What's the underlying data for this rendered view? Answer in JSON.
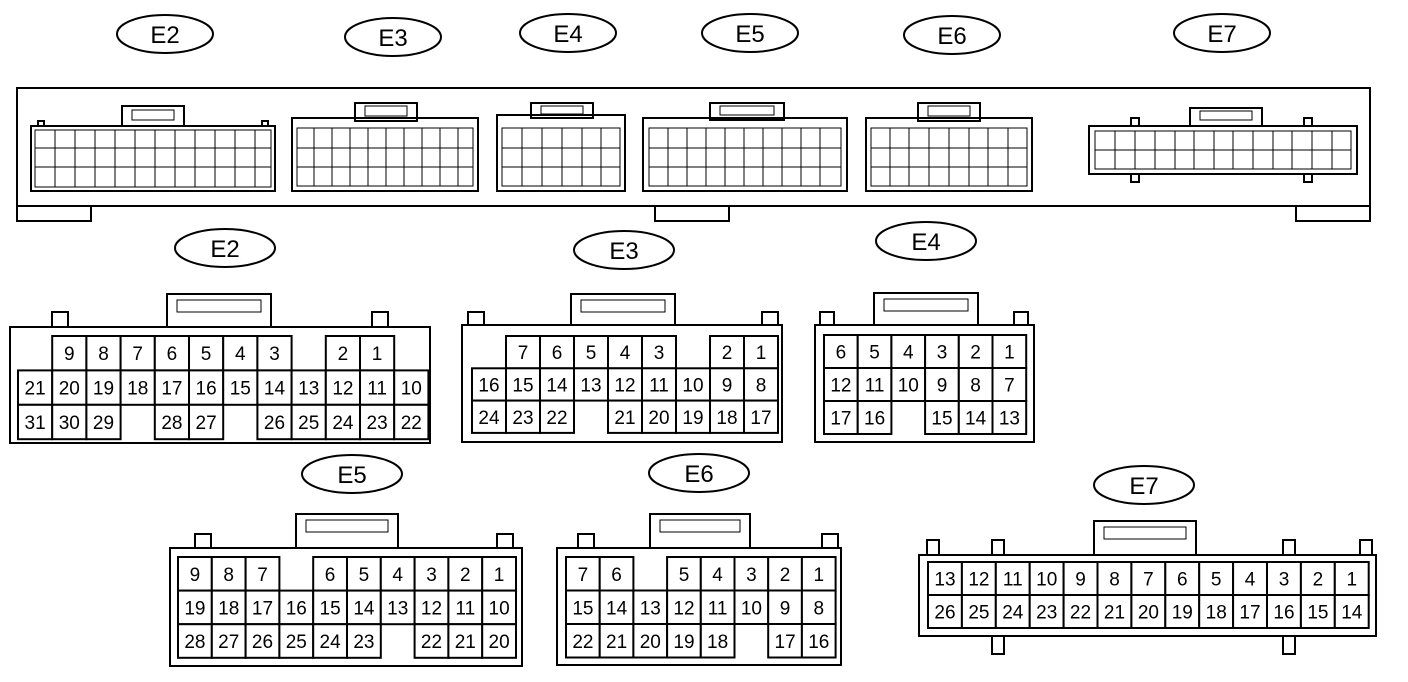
{
  "header_labels": [
    "E2",
    "E3",
    "E4",
    "E5",
    "E6",
    "E7"
  ],
  "connectors": [
    {
      "id": "E2",
      "label": "E2",
      "rows": [
        [
          "",
          "9",
          "8",
          "7",
          "6",
          "5",
          "4",
          "3",
          "",
          "2",
          "1",
          ""
        ],
        [
          "21",
          "20",
          "19",
          "18",
          "17",
          "16",
          "15",
          "14",
          "13",
          "12",
          "11",
          "10"
        ],
        [
          "31",
          "30",
          "29",
          "",
          "28",
          "27",
          "",
          "26",
          "25",
          "24",
          "23",
          "22"
        ]
      ]
    },
    {
      "id": "E3",
      "label": "E3",
      "rows": [
        [
          "",
          "7",
          "6",
          "5",
          "4",
          "3",
          "",
          "2",
          "1",
          ""
        ],
        [
          "16",
          "15",
          "14",
          "13",
          "12",
          "11",
          "10",
          "9",
          "8",
          ""
        ],
        [
          "24",
          "23",
          "22",
          "",
          "21",
          "20",
          "19",
          "18",
          "17",
          ""
        ]
      ]
    },
    {
      "id": "E4",
      "label": "E4",
      "rows": [
        [
          "6",
          "5",
          "4",
          "3",
          "2",
          "1"
        ],
        [
          "12",
          "11",
          "10",
          "9",
          "8",
          "7"
        ],
        [
          "17",
          "16",
          "",
          "15",
          "14",
          "13"
        ]
      ]
    },
    {
      "id": "E5",
      "label": "E5",
      "rows": [
        [
          "9",
          "8",
          "7",
          "",
          "6",
          "5",
          "4",
          "3",
          "2",
          "1"
        ],
        [
          "19",
          "18",
          "17",
          "16",
          "15",
          "14",
          "13",
          "12",
          "11",
          "10"
        ],
        [
          "28",
          "27",
          "26",
          "25",
          "24",
          "23",
          "",
          "22",
          "21",
          "20"
        ]
      ]
    },
    {
      "id": "E6",
      "label": "E6",
      "rows": [
        [
          "7",
          "6",
          "",
          "5",
          "4",
          "3",
          "2",
          "1"
        ],
        [
          "15",
          "14",
          "13",
          "12",
          "11",
          "10",
          "9",
          "8"
        ],
        [
          "22",
          "21",
          "20",
          "19",
          "18",
          "",
          "17",
          "16"
        ]
      ]
    },
    {
      "id": "E7",
      "label": "E7",
      "rows": [
        [
          "13",
          "12",
          "11",
          "10",
          "9",
          "8",
          "7",
          "6",
          "5",
          "4",
          "3",
          "2",
          "1"
        ],
        [
          "26",
          "25",
          "24",
          "23",
          "22",
          "21",
          "20",
          "19",
          "18",
          "17",
          "16",
          "15",
          "14"
        ]
      ]
    }
  ]
}
